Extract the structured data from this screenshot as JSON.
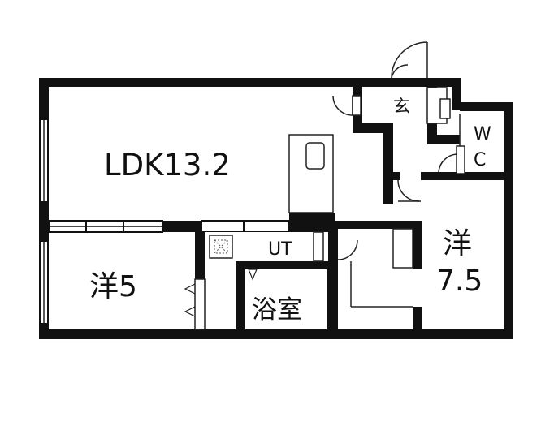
{
  "floorplan": {
    "rooms": {
      "ldk": "LDK13.2",
      "western_a": "洋5",
      "western_b_name": "洋",
      "western_b_size": "7.5",
      "bath": "浴室",
      "utility": "UT",
      "entrance": "玄",
      "wc_top": "W",
      "wc_bottom": "C"
    },
    "colors": {
      "wall": "#111111",
      "line": "#222222",
      "background": "#ffffff"
    }
  }
}
